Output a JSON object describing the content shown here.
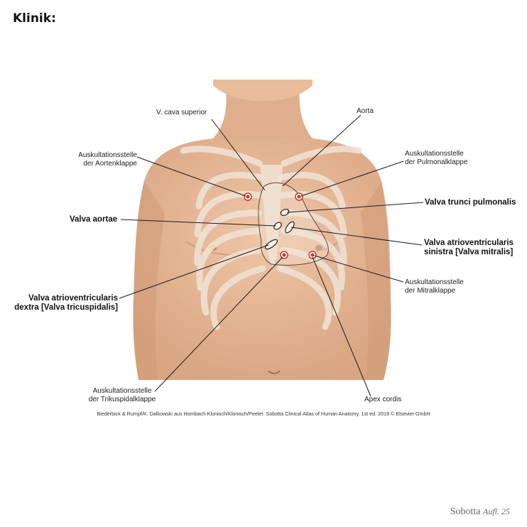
{
  "page": {
    "heading": "Klinik:"
  },
  "labels": {
    "v_cava_superior": "V. cava superior",
    "aorta": "Aorta",
    "auskultation_aorten_1": "Auskultationsstelle",
    "auskultation_aorten_2": "der Aortenklappe",
    "auskultation_pulmonal_1": "Auskultationsstelle",
    "auskultation_pulmonal_2": "der Pulmonalklappe",
    "valva_trunci_pulmonalis": "Valva trunci pulmonalis",
    "valva_aortae": "Valva aortae",
    "valva_mitralis_1": "Valva atrioventricularis",
    "valva_mitralis_2": "sinistra [Valva mitralis]",
    "auskultation_mitral_1": "Auskultationsstelle",
    "auskultation_mitral_2": "der Mitralklappe",
    "valva_tricuspidalis_1": "Valva atrioventricularis",
    "valva_tricuspidalis_2": "dextra [Valva tricuspidalis]",
    "auskultation_trikuspidal_1": "Auskultationsstelle",
    "auskultation_trikuspidal_2": "der Trikuspidalklappe",
    "apex_cordis": "Apex cordis"
  },
  "credit": "Biederbick & Rumpf/K. Dalkowski aus Hombach-Klonisch/Klonisch/Peeler. Sobotta Clinical Atlas of Human Anatomy. 1st ed. 2019 © Elsevier GmbH",
  "branding": {
    "name": "Sobotta",
    "edition": "Aufl. 25"
  },
  "colors": {
    "skin": "#e6b898",
    "skin_shadow": "#d4a07e",
    "bone": "#ead9c8",
    "marker": "#c0392b",
    "line": "#1a1a1a"
  }
}
